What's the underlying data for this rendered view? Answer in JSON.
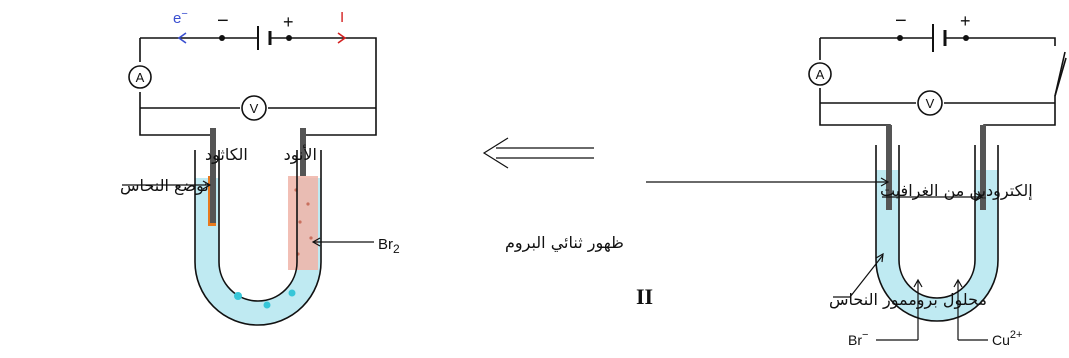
{
  "colors": {
    "solution": "#bfeaf2",
    "electrode": "#555555",
    "copper_deposit": "#e87a1e",
    "bromine": "#f0b4a8",
    "electron_arrow": "#3a4fd0",
    "current_arrow": "#d42020"
  },
  "left_figure": {
    "electron_label": "e",
    "electron_sup": "−",
    "minus_sign": "−",
    "plus_sign": "+",
    "current_label": "I",
    "ammeter": "A",
    "voltmeter": "V",
    "cathode_label": "الكاثود",
    "anode_label": "الأنود",
    "copper_deposit_label": "توضع النحاس",
    "bromine_label": "ظهور ثنائي البروم",
    "br2_base": "Br",
    "br2_sub": "2"
  },
  "arrow_icon": "double-arrow-left-icon",
  "right_figure": {
    "minus_sign": "−",
    "plus_sign": "+",
    "ammeter": "A",
    "voltmeter": "V",
    "electrodes_label": "إلكترودين من الغرافيت",
    "solution_label": "محلول بروممور النحاس",
    "solution_roman": "II",
    "bromide_ion": "Br",
    "bromide_sup": "−",
    "copper_ion": "Cu",
    "copper_sup": "2+"
  }
}
